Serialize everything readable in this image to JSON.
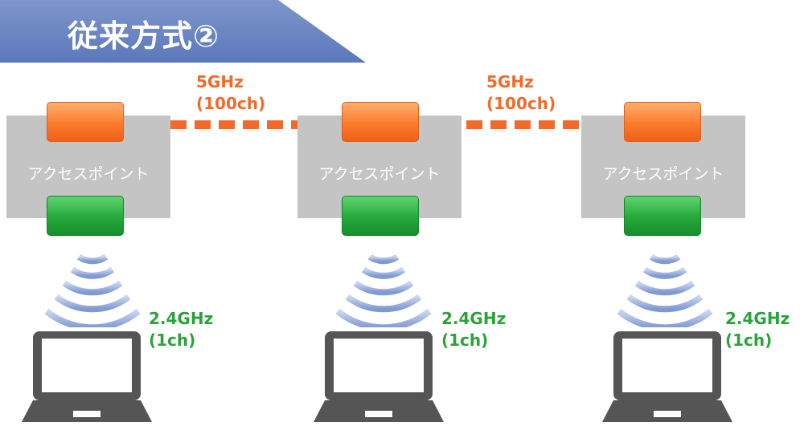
{
  "title": "従来方式②",
  "access_points": [
    {
      "label": "アクセスポイント"
    },
    {
      "label": "アクセスポイント"
    },
    {
      "label": "アクセスポイント"
    }
  ],
  "backhaul_links": [
    {
      "band": "5GHz",
      "channel": "(100ch)"
    },
    {
      "band": "5GHz",
      "channel": "(100ch)"
    }
  ],
  "client_links": [
    {
      "band": "2.4GHz",
      "channel": "(1ch)"
    },
    {
      "band": "2.4GHz",
      "channel": "(1ch)"
    },
    {
      "band": "2.4GHz",
      "channel": "(1ch)"
    }
  ],
  "colors": {
    "banner": "#6b86c4",
    "backhaul": "#f4692a",
    "client": "#2aa338",
    "ap_box": "#c4c4c4",
    "laptop": "#555555",
    "wifi_wave": "#8ea6d8"
  },
  "icons": [
    "wifi-signal-icon",
    "laptop-icon"
  ]
}
